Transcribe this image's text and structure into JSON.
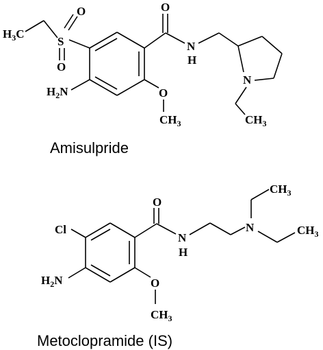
{
  "captions": {
    "top": "Amisulpride",
    "bottom": "Metoclopramide (IS)"
  },
  "amisulpride": {
    "o_sulfonyl_top": "O",
    "o_sulfonyl_bottom": "O",
    "s": "S",
    "ch3_left_main": "H",
    "ch3_left_sub": "3",
    "ch3_left_c": "C",
    "o_carbonyl": "O",
    "nh_n": "N",
    "nh_h": "H",
    "n_ring": "N",
    "nh2_h": "H",
    "nh2_sub": "2",
    "nh2_n": "N",
    "o_methoxy": "O",
    "ch3_methoxy_c": "CH",
    "ch3_methoxy_sub": "3",
    "ch3_ethyl_c": "CH",
    "ch3_ethyl_sub": "3"
  },
  "metoclopramide": {
    "cl": "Cl",
    "o_carbonyl": "O",
    "nh_n": "N",
    "nh_h": "H",
    "n_amine": "N",
    "ch3_top_c": "CH",
    "ch3_top_sub": "3",
    "ch3_right_c": "CH",
    "ch3_right_sub": "3",
    "nh2_h": "H",
    "nh2_sub": "2",
    "nh2_n": "N",
    "o_methoxy": "O",
    "ch3_methoxy_c": "CH",
    "ch3_methoxy_sub": "3"
  }
}
